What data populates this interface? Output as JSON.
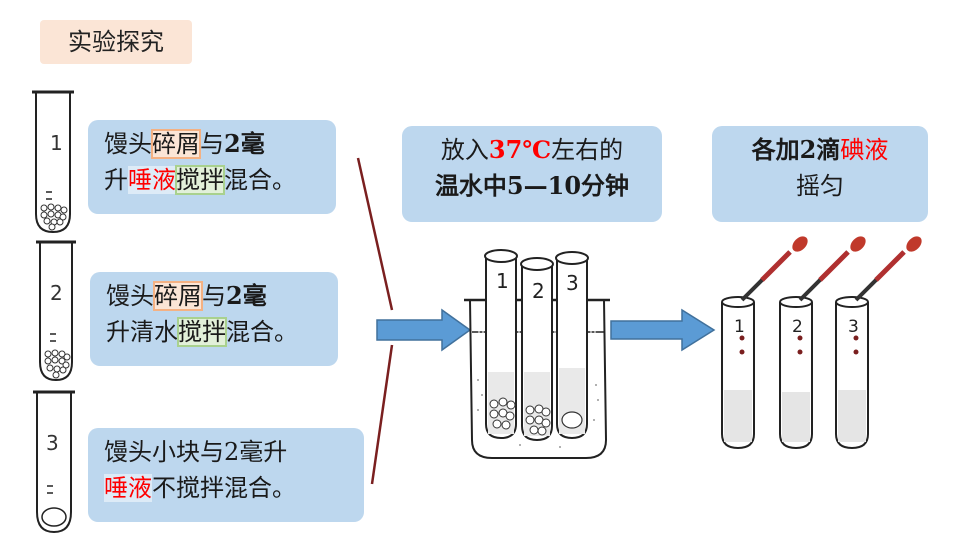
{
  "title": "实验探究",
  "box1": {
    "p1": "馒头",
    "p2": "碎屑",
    "p3": "与",
    "p4": "2毫",
    "p5": "升",
    "p6": "唾液",
    "p7": "搅拌",
    "p8": "混合。"
  },
  "box2": {
    "p1": "馒头",
    "p2": "碎屑",
    "p3": "与",
    "p4": "2毫",
    "p5": "升清水",
    "p6": "搅拌",
    "p7": "混合。"
  },
  "box3": {
    "p1": "馒头小块与2毫升",
    "p2": "唾液",
    "p3": "不搅拌混合。"
  },
  "box4": {
    "p1": "放入",
    "p2": "37℃",
    "p3": "左右的",
    "p4": "温水中5—10分钟"
  },
  "box5": {
    "p1": "各加2滴",
    "p2": "碘液",
    "p3": "摇匀"
  },
  "tubes_left": [
    "1",
    "2",
    "3"
  ],
  "beaker_tubes": [
    "1",
    "2",
    "3"
  ],
  "right_tubes": [
    "1",
    "2",
    "3"
  ]
}
